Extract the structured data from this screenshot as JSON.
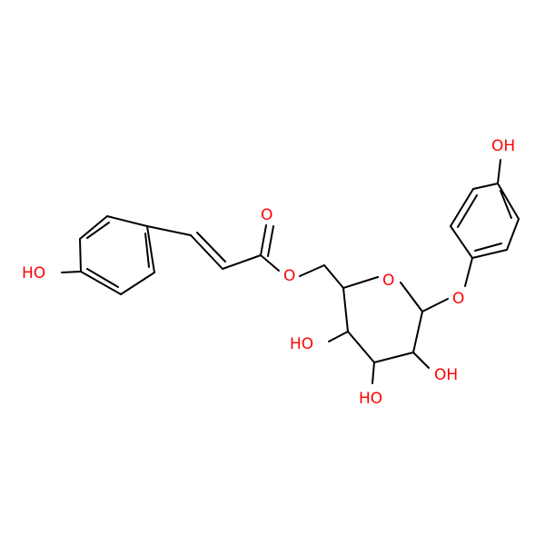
{
  "colors": {
    "bond": "#000000",
    "heteroatom_oxygen": "#ff0000",
    "background": "#ffffff"
  },
  "labels": {
    "oh_top_right": "OH",
    "o_carbonyl": "O",
    "ho_left": "HO",
    "o_ester": "O",
    "o_ring": "O",
    "o_glycosidic": "O",
    "ho_c4": "HO",
    "oh_c2": "OH",
    "ho_c3": "HO"
  }
}
